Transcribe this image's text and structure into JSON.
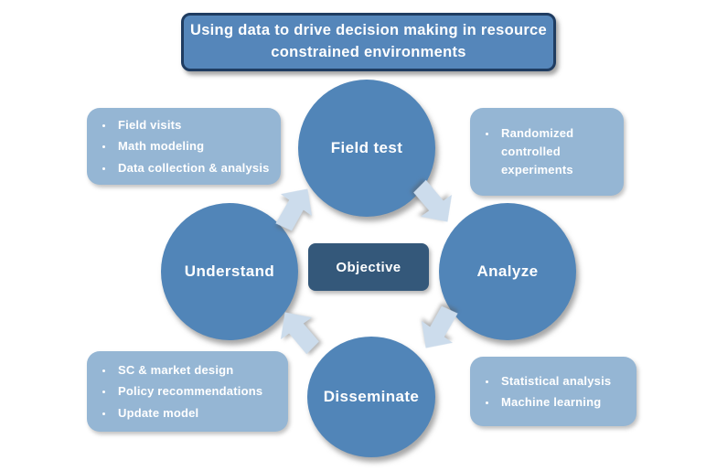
{
  "title": {
    "text": "Using data to drive decision making in resource constrained environments",
    "lines": [
      "Using data to drive decision making in resource",
      "constrained environments"
    ]
  },
  "center": {
    "label": "Objective"
  },
  "cycle": {
    "field_test": {
      "label": "Field test"
    },
    "analyze": {
      "label": "Analyze"
    },
    "disseminate": {
      "label": "Disseminate"
    },
    "understand": {
      "label": "Understand"
    }
  },
  "callouts": {
    "top_left": {
      "items": [
        "Field visits",
        "Math modeling",
        "Data collection & analysis"
      ]
    },
    "top_right": {
      "items": [
        "Randomized controlled experiments"
      ]
    },
    "bottom_left": {
      "items": [
        "SC & market design",
        "Policy recommendations",
        "Update model"
      ]
    },
    "bottom_right": {
      "items": [
        "Statistical analysis",
        "Machine learning"
      ]
    }
  },
  "arrows": [
    {
      "name": "understand-to-field-test",
      "direction": "up-right"
    },
    {
      "name": "field-test-to-analyze",
      "direction": "down-right"
    },
    {
      "name": "analyze-to-disseminate",
      "direction": "down-left"
    },
    {
      "name": "disseminate-to-understand",
      "direction": "up-left"
    }
  ],
  "colors": {
    "background": "#ffffff",
    "circle_fill": "#5185b8",
    "title_fill": "#5586ba",
    "title_border": "#1f3c61",
    "objective_fill": "#34587a",
    "callout_fill": "#95b6d4",
    "arrow_fill": "#ccdcec",
    "text": "#ffffff"
  }
}
